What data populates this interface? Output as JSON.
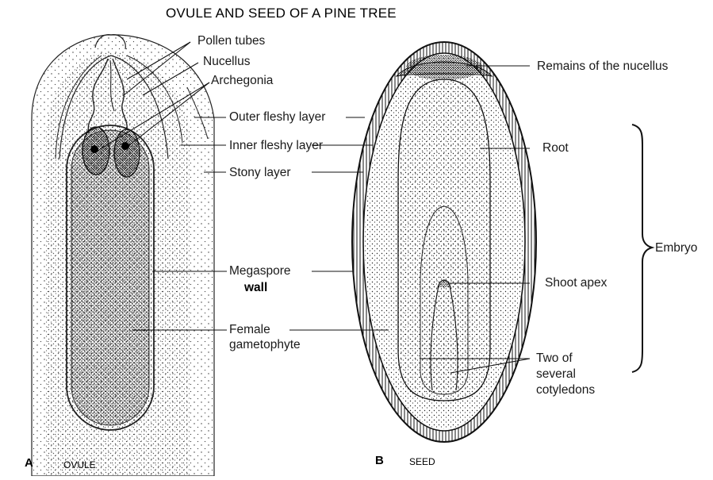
{
  "title": "OVULE AND SEED OF A PINE TREE",
  "panel_a": {
    "letter": "A",
    "name": "OVULE",
    "labels": {
      "pollen_tubes": "Pollen tubes",
      "nucellus": "Nucellus",
      "archegonia": "Archegonia",
      "outer_fleshy_layer": "Outer fleshy layer",
      "inner_fleshy_layer": "Inner fleshy layer",
      "stony_layer": "Stony layer",
      "megaspore_line1": "Megaspore",
      "megaspore_line2": "wall",
      "female_line1": "Female",
      "female_line2": "gametophyte"
    }
  },
  "panel_b": {
    "letter": "B",
    "name": "SEED",
    "labels": {
      "remains_nucellus": "Remains of the nucellus",
      "root": "Root",
      "embryo": "Embryo",
      "shoot_apex": "Shoot apex",
      "cotyledons_line1": "Two of",
      "cotyledons_line2": "several",
      "cotyledons_line3": "cotyledons"
    }
  },
  "colors": {
    "ink": "#1a1a1a",
    "background": "#ffffff"
  }
}
